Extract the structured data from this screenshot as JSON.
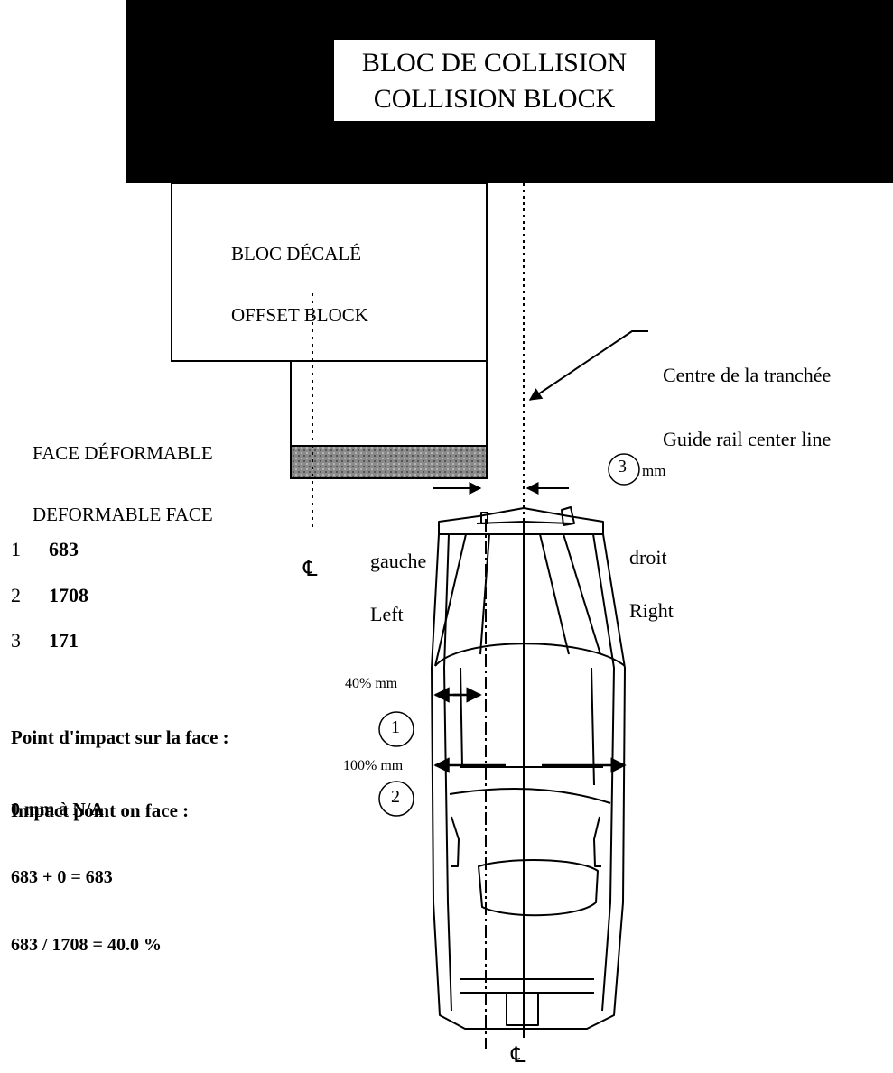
{
  "collision_block": {
    "line1": "BLOC DE COLLISION",
    "line2": "COLLISION BLOCK"
  },
  "offset_block": {
    "line1": "BLOC DÉCALÉ",
    "line2": "OFFSET BLOCK"
  },
  "deformable_face": {
    "line1": "FACE DÉFORMABLE",
    "line2": "DEFORMABLE FACE"
  },
  "guide_rail": {
    "line1": "Centre de la tranchée",
    "line2": "Guide rail center line"
  },
  "dimension_3": {
    "number": "3",
    "unit": "mm"
  },
  "side_left": {
    "line1": "gauche",
    "line2": "Left"
  },
  "side_right": {
    "line1": "droit",
    "line2": "Right"
  },
  "centerline_symbol": "℄",
  "legend": [
    {
      "num": "1",
      "value": "683"
    },
    {
      "num": "2",
      "value": "1708"
    },
    {
      "num": "3",
      "value": "171"
    }
  ],
  "impact_point": {
    "line1": "Point d'impact sur la face :",
    "line2": "Impact point on face :"
  },
  "calculation": {
    "line1": "0 mm à N/A",
    "line2": "683 + 0 = 683",
    "line3": "683 / 1708 = 40.0 %"
  },
  "dimension_1": {
    "number": "1",
    "label": "40% mm"
  },
  "dimension_2": {
    "number": "2",
    "label": "100% mm"
  }
}
